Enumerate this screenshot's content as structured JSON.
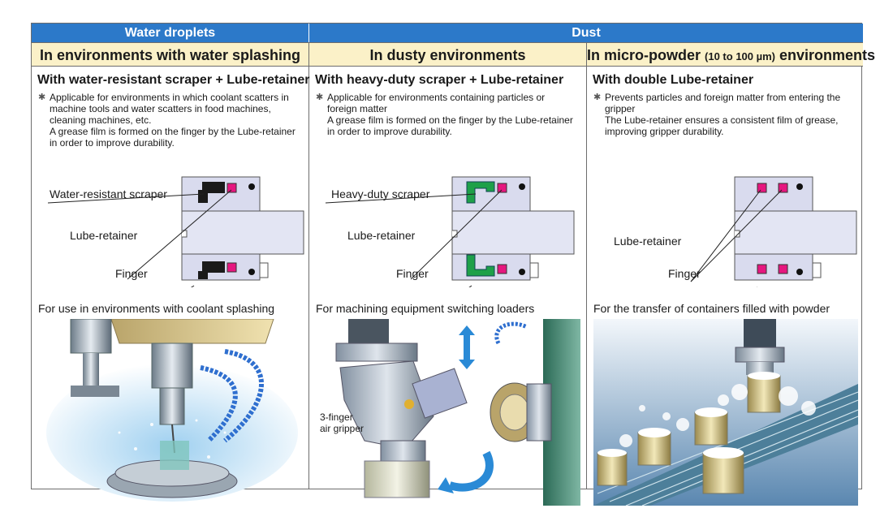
{
  "headers": {
    "water": "Water droplets",
    "dust": "Dust"
  },
  "columns": [
    {
      "environment": "In environments with water splashing",
      "title": "With water-resistant scraper + Lube-retainer",
      "bullet": "Applicable for environments in which coolant scatters in machine tools and water scatters in food machines, cleaning machines, etc.",
      "para": "A grease film is formed on the finger by the Lube-retainer in order to improve durability.",
      "labels": [
        "Water-resistant scraper",
        "Lube-retainer",
        "Finger"
      ],
      "caption": "For use in environments with coolant splashing"
    },
    {
      "environment": "In dusty environments",
      "title": "With heavy-duty scraper + Lube-retainer",
      "bullet": "Applicable for environments containing particles or foreign matter",
      "para": "A grease film is formed on the finger by the Lube-retainer in order to improve durability.",
      "labels": [
        "Heavy-duty scraper",
        "Lube-retainer",
        "Finger"
      ],
      "caption": "For machining equipment switching loaders",
      "photo_label_1": "3-finger",
      "photo_label_2": "air gripper"
    },
    {
      "environment_main": "In micro-powder",
      "environment_small": "(10 to 100 µm)",
      "environment_end": "environments",
      "title": "With double Lube-retainer",
      "bullet": "Prevents particles and foreign matter from entering the gripper",
      "para": "The Lube-retainer ensures a consistent film of grease, improving gripper durability.",
      "labels": [
        "Lube-retainer",
        "Finger"
      ],
      "caption": "For the transfer of containers filled with powder"
    }
  ],
  "colors": {
    "header_blue": "#2c79c9",
    "sub_header": "#fbf1c8",
    "lube_retainer": "#e6177f",
    "heavy_duty_scraper": "#1ea049",
    "water_scraper": "#1a1a1a",
    "finger_body": "#d9dbee"
  }
}
